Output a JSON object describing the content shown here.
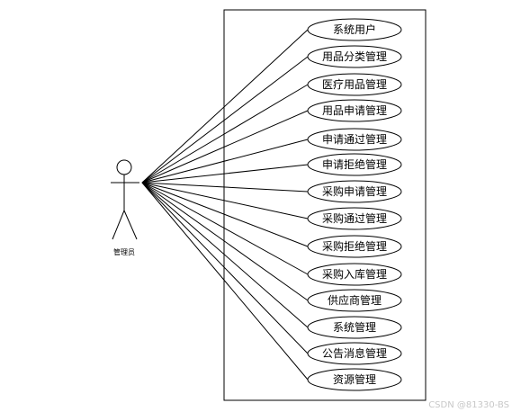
{
  "actor": {
    "label": "管理员"
  },
  "use_cases": [
    "系统用户",
    "用品分类管理",
    "医疗用品管理",
    "用品申请管理",
    "申请通过管理",
    "申请拒绝管理",
    "采购申请管理",
    "采购通过管理",
    "采购拒绝管理",
    "采购入库管理",
    "供应商管理",
    "系统管理",
    "公告消息管理",
    "资源管理"
  ],
  "watermark": "CSDN @81330-BS",
  "colors": {
    "stroke": "#000000",
    "background": "#ffffff",
    "watermark": "#c8c8c8"
  }
}
